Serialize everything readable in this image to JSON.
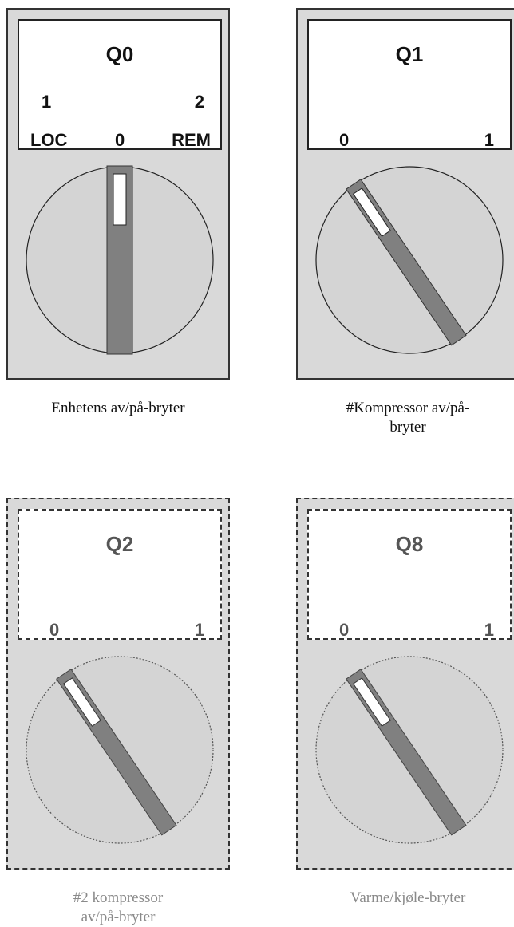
{
  "switches": [
    {
      "title": "Q0",
      "labels": [
        "1",
        "2",
        "LOC",
        "0",
        "REM"
      ],
      "caption": "Enhetens av/på-bryter",
      "caption_lines": [
        "Enhetens av/på-bryter"
      ],
      "style": "solid",
      "position": "0"
    },
    {
      "title": "Q1",
      "labels": [
        "0",
        "1"
      ],
      "caption": "#Kompressor av/på-bryter",
      "caption_lines": [
        "#Kompressor av/på-",
        "bryter"
      ],
      "style": "solid",
      "position": "0"
    },
    {
      "title": "Q2",
      "labels": [
        "0",
        "1"
      ],
      "caption": "#2 kompressor av/på-bryter",
      "caption_lines": [
        "#2 kompressor",
        "av/på-bryter"
      ],
      "style": "dashed",
      "position": "0"
    },
    {
      "title": "Q8",
      "labels": [
        "0",
        "1"
      ],
      "caption": "Varme/kjøle-bryter",
      "caption_lines": [
        "Varme/kjøle-bryter"
      ],
      "style": "dashed",
      "position": "0"
    }
  ],
  "colors": {
    "panel": "#d9d9d9",
    "knob_face": "#d4d4d4",
    "lever": "#808080",
    "indicator": "#ffffff",
    "caption_grey": "#8a8a8a"
  }
}
